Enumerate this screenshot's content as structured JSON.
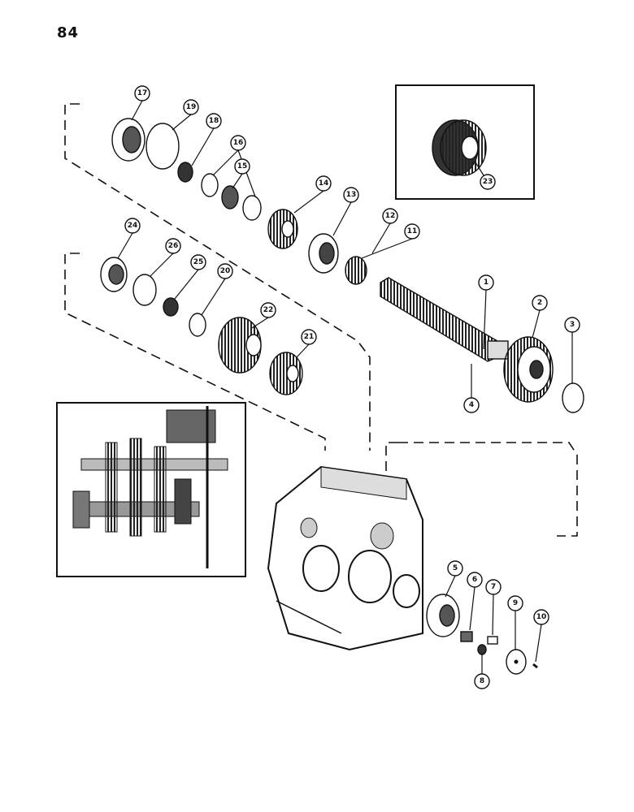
{
  "page": {
    "number": "84"
  },
  "callouts": [
    "1",
    "2",
    "3",
    "4",
    "5",
    "6",
    "7",
    "8",
    "9",
    "10",
    "11",
    "12",
    "13",
    "14",
    "15",
    "16",
    "17",
    "18",
    "19",
    "20",
    "21",
    "22",
    "23",
    "24",
    "25",
    "26"
  ]
}
